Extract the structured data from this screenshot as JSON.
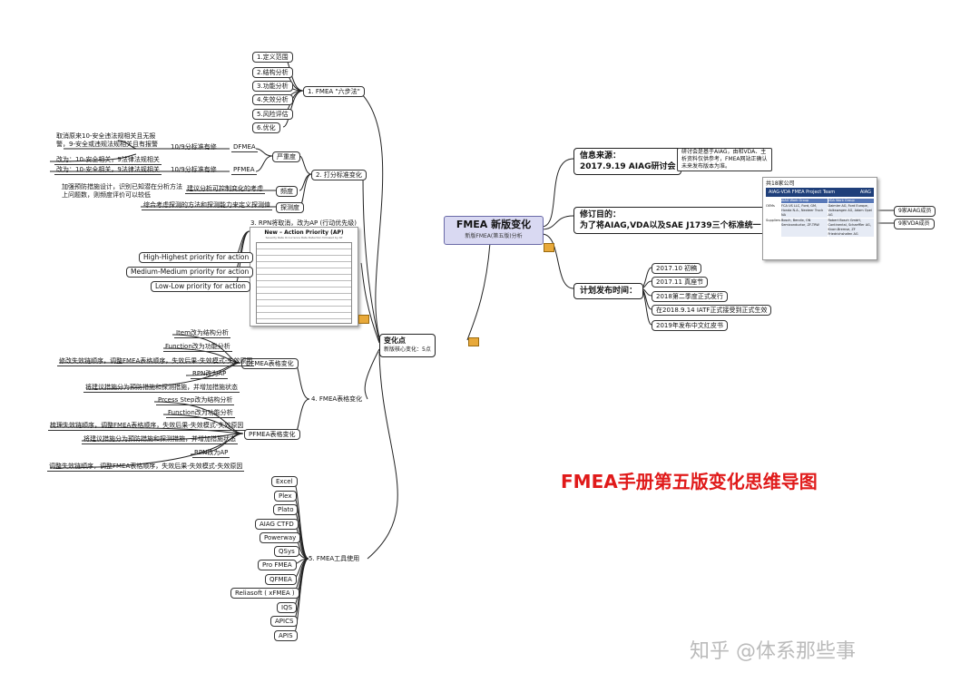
{
  "center": {
    "title": "FMEA 新版变化",
    "subtitle": "新版FMEA(第五版)分析"
  },
  "branch_change": {
    "title": "变化点",
    "subtitle": "新版核心变化：5点"
  },
  "b1": {
    "label": "1. FMEA \"六步法\"",
    "items": [
      "1.定义范围",
      "2.结构分析",
      "3.功能分析",
      "4.失效分析",
      "5.风险评估",
      "6.优化"
    ]
  },
  "b2": {
    "label": "2. 打分标准变化",
    "severity": "严重度",
    "occurrence": "频度",
    "detection": "探测度",
    "dfmea": "DFMEA",
    "pfmea": "PFMEA",
    "s_d_note": "10/9分标准有修",
    "s_p_note": "10/9分标准有修",
    "old_d_1": "取消原来10-安全违法规相关且无报",
    "old_d_2": "警，9-安全或违规法规相关且有报警",
    "new_d": "改为：10-安全相关，9法律法规相关",
    "new_p": "改为：10-安全相关，9法律法规相关",
    "occ_1": "加强预防措施设计，识别已知潜在分析方法",
    "occ_2": "上问题数，则频度评价可以较低",
    "occ_note": "建议分析可控制变化的考虑",
    "det_note": "综合考虑探测的方法和探测能力来定义探测值"
  },
  "b3": {
    "label": "3. RPN将取消，改为AP (行动优先级)",
    "table_title": "New – Action Priority (AP)",
    "table_sub": "Severity Rate Occurrence Rate Detection followed by AP",
    "items": [
      "High-Highest priority for action",
      "Medium-Medium priority for action",
      "Low-Low priority for action"
    ]
  },
  "b4": {
    "label": "4. FMEA表格变化",
    "dfmea": "DFMEA表格变化",
    "pfmea": "PFMEA表格变化",
    "d_items": [
      "Item改为结构分析",
      "Function改为功能分析",
      "修改失效链顺序，调整FMEA表格顺序，失效后果-失效模式-失效原因",
      "RPN改为AP",
      "将建议措施分为预防措施和探测措施，并增加措施状态"
    ],
    "p_items": [
      "Prcess Step改为结构分析",
      "Function改为功能分析",
      "梳理失效链顺序，调整FMEA表格顺序，失效后果-失效模式-失效原因",
      "将建议措施分为预防措施和探测措施，并增加措施状态",
      "RPN改为AP",
      "调整失效链顺序，调整FMEA表格顺序，失效后果-失效模式-失效原因"
    ]
  },
  "b5": {
    "label": "5. FMEA工具使用",
    "items": [
      "Excel",
      "Plex",
      "Plato",
      "AIAG CTFD",
      "Powerway",
      "QSys",
      "Pro FMEA",
      "QFMEA",
      "Reliasoft ( xFMEA )",
      "IQS",
      "APICS",
      "APIS"
    ]
  },
  "info": {
    "label_1": "信息来源：",
    "label_2": "2017.9.19 AIAG研讨会",
    "note_1": "研讨会是基于AIAG，由和VDA、主",
    "note_2": "析资料仅供参考，FMEA网站正确认",
    "note_3": "未来发布版本为准。"
  },
  "purpose": {
    "label_1": "修订目的：",
    "label_2": "为了将AIAG,VDA以及SAE J1739三个标准统一",
    "panel_head": "共18家公司",
    "panel_title": "AIAG-VDA FMEA Project Team",
    "col_a": "AIAG Work Group",
    "col_b": "VDA Work Group",
    "row1_label": "OEMs",
    "row2_label": "Suppliers",
    "row1_a": "FCA US LLC, Ford, GM, Honda N.A., Nexteer Truck NA",
    "row1_b": "Daimler AG, Ford Europe, Volkswagen AG, Adam Opel AG",
    "row2_a": "Bosch, Bendix, ON Semiconductor, ZF-TRW",
    "row2_b": "Robert Bosch GmbH, Continental, Schaeffler AG, Knorr-Bremse, ZF Friedrichshafen AG",
    "side_1": "9家AIAG成员",
    "side_2": "9家VDA成员"
  },
  "schedule": {
    "label": "计划发布时间：",
    "items": [
      "2017.10 初稿",
      "2017.11 真座节",
      "2018第二季度正式发行",
      "在2018.9.14 IATF正式接受到正式生效",
      "2019年发布中文红皮书"
    ]
  },
  "big_title": "FMEA手册第五版变化思维导图",
  "watermark": "知乎 @体系那些事"
}
